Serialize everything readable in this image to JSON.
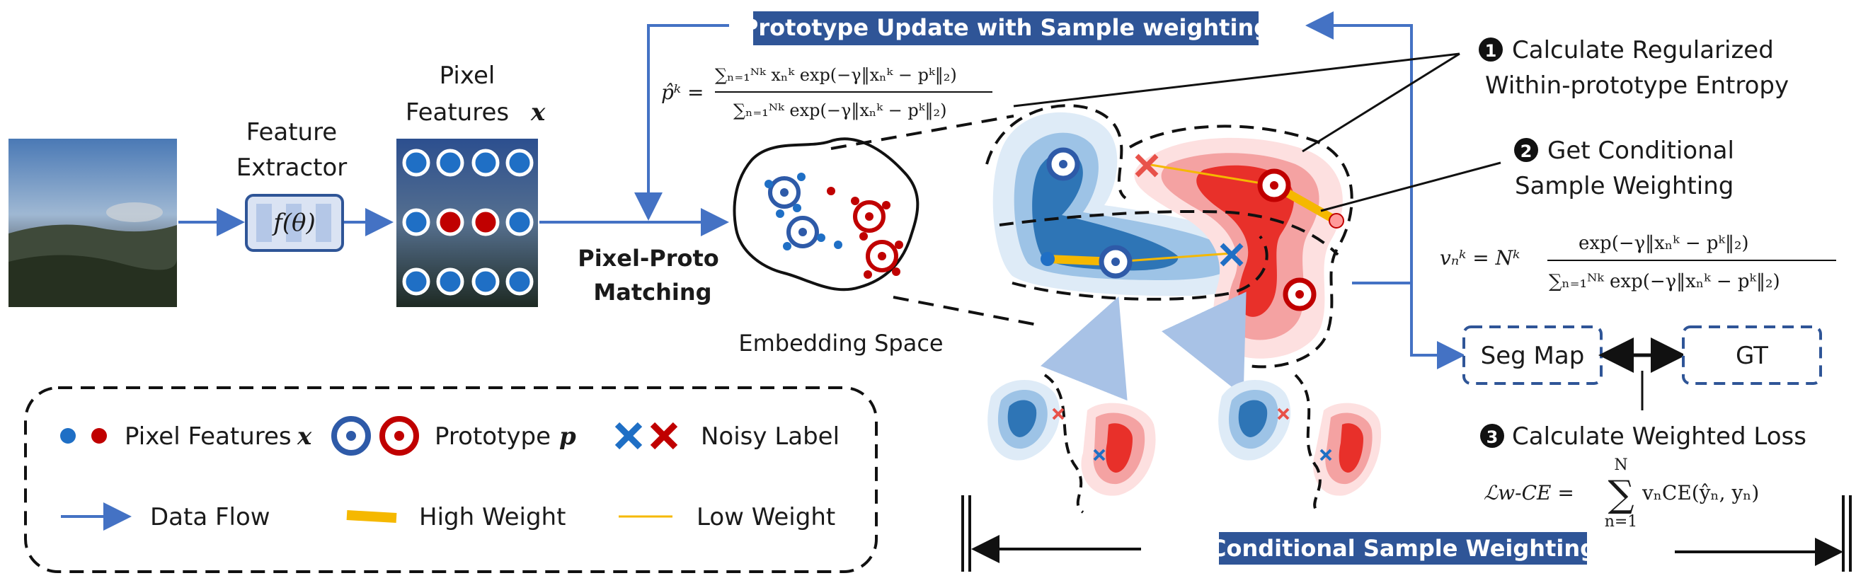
{
  "input": {
    "image_label": ""
  },
  "extractor": {
    "title": "Feature Extractor",
    "func": "f(θ)"
  },
  "pixel_features": {
    "title_line1": "Pixel",
    "title_line2": "Features",
    "var": "x"
  },
  "matching": {
    "line1": "Pixel-Proto",
    "line2": "Matching"
  },
  "embedding": {
    "label": "Embedding Space"
  },
  "banners": {
    "top": "Prototype Update with Sample weighting",
    "bottom": "Conditional Sample Weighting"
  },
  "formulas": {
    "proto_lhs": "p̂ᵏ =",
    "proto_num": "∑ₙ₌₁ᴺᵏ xₙᵏ exp(−γ‖xₙᵏ − pᵏ‖₂)",
    "proto_den": "∑ₙ₌₁ᴺᵏ exp(−γ‖xₙᵏ − pᵏ‖₂)",
    "weight_lhs": "vₙᵏ = Nᵏ",
    "weight_num": "exp(−γ‖xₙᵏ − pᵏ‖₂)",
    "weight_den": "∑ₙ₌₁ᴺᵏ exp(−γ‖xₙᵏ − pᵏ‖₂)",
    "loss_lhs": "ℒw-CE =",
    "loss_sum_top": "N",
    "loss_sum": "∑",
    "loss_sum_bottom": "n=1",
    "loss_rhs": "vₙCE(ŷₙ, yₙ)"
  },
  "steps": [
    {
      "num": "1",
      "line1": "Calculate Regularized",
      "line2": "Within-prototype Entropy"
    },
    {
      "num": "2",
      "line1": "Get Conditional",
      "line2": "Sample Weighting"
    },
    {
      "num": "3",
      "line1": "Calculate Weighted Loss",
      "line2": ""
    }
  ],
  "boxes": {
    "seg_map": "Seg Map",
    "gt": "GT"
  },
  "legend": {
    "pixel_features": "Pixel Features",
    "pixel_var": "x",
    "prototype": "Prototype",
    "prototype_var": "p",
    "noisy_label": "Noisy Label",
    "data_flow": "Data Flow",
    "high_weight": "High Weight",
    "low_weight": "Low Weight"
  },
  "colors": {
    "blue_flow": "#4472c4",
    "blue_dot": "#1f6fc5",
    "red_dot": "#c00000",
    "banner": "#2f5597",
    "weight_line": "#f5b800",
    "blue_dark": "#2e75b6",
    "blue_mid": "#9dc3e6",
    "blue_light": "#deebf7",
    "red_dark": "#e8302a",
    "red_mid": "#f4a2a2",
    "red_light": "#fde0e0"
  }
}
